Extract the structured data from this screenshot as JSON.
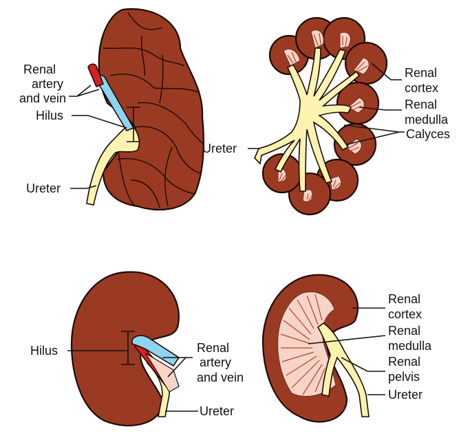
{
  "diagrams": {
    "external_view": {
      "labels": {
        "renal_line1": "Renal",
        "renal_line2": "artery",
        "renal_line3": "and vein",
        "hilus": "Hilus",
        "ureter": "Ureter"
      }
    },
    "section_view": {
      "labels": {
        "cortex_line1": "Renal",
        "cortex_line2": "cortex",
        "medulla_line1": "Renal",
        "medulla_line2": "medulla",
        "calyces": "Calyces",
        "ureter": "Ureter"
      }
    },
    "front_view": {
      "labels": {
        "hilus": "Hilus",
        "renal_line1": "Renal",
        "renal_line2": "artery",
        "renal_line3": "and vein",
        "ureter": "Ureter"
      }
    },
    "cut_view": {
      "labels": {
        "cortex_line1": "Renal",
        "cortex_line2": "cortex",
        "medulla_line1": "Renal",
        "medulla_line2": "medulla",
        "pelvis_line1": "Renal",
        "pelvis_line2": "pelvis",
        "ureter": "Ureter"
      }
    }
  },
  "colors": {
    "kidney": "#9b3a22",
    "ureter": "#fdf3b0",
    "vein": "#8fd3f0",
    "artery": "#d42020",
    "medulla": "#f7d4c8"
  }
}
